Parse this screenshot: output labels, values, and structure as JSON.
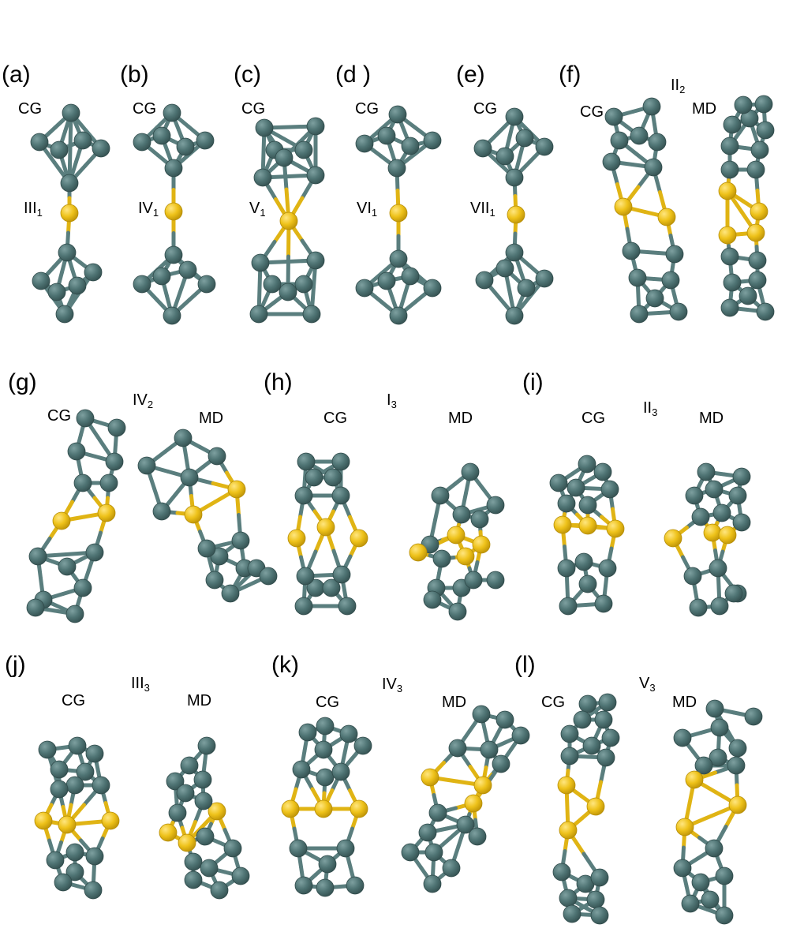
{
  "colors": {
    "cluster": "#4f7474",
    "cluster_dark": "#3d5c5c",
    "bond": "#5a7e7e",
    "dopant": "#eec21a",
    "dopant_dark": "#c99f0b"
  },
  "panels": [
    {
      "id": "a",
      "label": "(a)",
      "sub_labels": [
        "CG"
      ],
      "species": {
        "base": "III",
        "sub": "1"
      }
    },
    {
      "id": "b",
      "label": "(b)",
      "sub_labels": [
        "CG"
      ],
      "species": {
        "base": "IV",
        "sub": "1"
      }
    },
    {
      "id": "c",
      "label": "(c)",
      "sub_labels": [
        "CG"
      ],
      "species": {
        "base": "V",
        "sub": "1"
      }
    },
    {
      "id": "d",
      "label": "(d )",
      "sub_labels": [
        "CG"
      ],
      "species": {
        "base": "VI",
        "sub": "1"
      }
    },
    {
      "id": "e",
      "label": "(e)",
      "sub_labels": [
        "CG"
      ],
      "species": {
        "base": "VII",
        "sub": "1"
      }
    },
    {
      "id": "f",
      "label": "(f)",
      "sub_labels": [
        "CG",
        "MD"
      ],
      "species": {
        "base": "II",
        "sub": "2"
      }
    },
    {
      "id": "g",
      "label": "(g)",
      "sub_labels": [
        "CG",
        "MD"
      ],
      "species": {
        "base": "IV",
        "sub": "2"
      }
    },
    {
      "id": "h",
      "label": "(h)",
      "sub_labels": [
        "CG",
        "MD"
      ],
      "species": {
        "base": "I",
        "sub": "3"
      }
    },
    {
      "id": "i",
      "label": "(i)",
      "sub_labels": [
        "CG",
        "MD"
      ],
      "species": {
        "base": "II",
        "sub": "3"
      }
    },
    {
      "id": "j",
      "label": "(j)",
      "sub_labels": [
        "CG",
        "MD"
      ],
      "species": {
        "base": "III",
        "sub": "3"
      }
    },
    {
      "id": "k",
      "label": "(k)",
      "sub_labels": [
        "CG",
        "MD"
      ],
      "species": {
        "base": "IV",
        "sub": "3"
      }
    },
    {
      "id": "l",
      "label": "(l)",
      "sub_labels": [
        "CG",
        "MD"
      ],
      "species": {
        "base": "V",
        "sub": "3"
      }
    }
  ]
}
